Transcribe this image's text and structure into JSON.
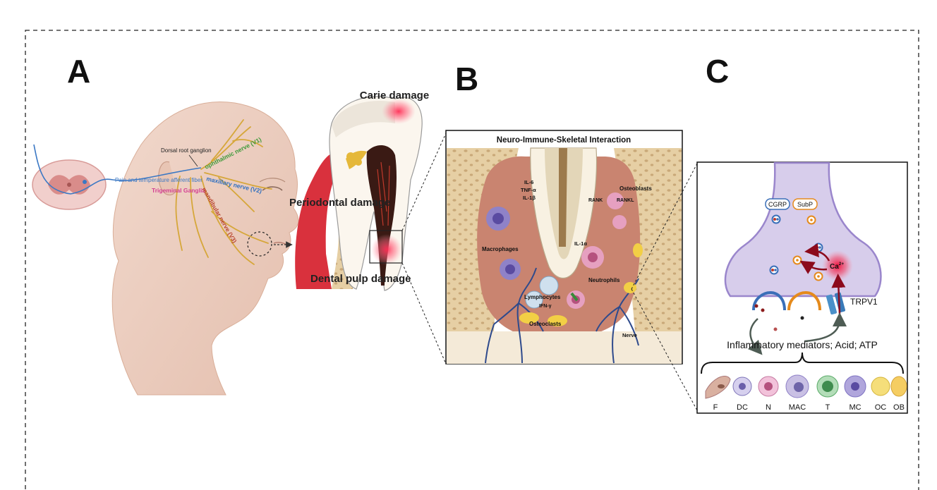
{
  "panels": {
    "a": "A",
    "b": "B",
    "c": "C"
  },
  "panel_a": {
    "spinal_fiber": "Pain and temperature afferent fiber",
    "dorsal_root_ganglion": "Dorsal root ganglion",
    "trigeminal_ganglia": "Trigeminal Ganglia",
    "ophthalmic_nerve": "ophthalmic nerve (V1)",
    "maxillary_nerve": "maxillary nerve (V2)",
    "mandibular_nerve": "mandibular nerve (V3)",
    "carie_damage": "Carie damage",
    "periodontal_damage": "Periodontal damage",
    "dental_pulp_damage": "Dental pulp damage"
  },
  "panel_b": {
    "title": "Neuro-Immune-Skeletal Interaction",
    "il6": "IL-6",
    "tnfa": "TNF-α",
    "il1b": "IL-1β",
    "macrophages": "Macrophages",
    "osteoblasts": "Osteoblasts",
    "rank": "RANK",
    "rankl": "RANKL",
    "il1a": "IL-1α",
    "neutrophils": "Neutrophils",
    "lymphocytes": "Lymphocytes",
    "ifng": "IFN-γ",
    "osteoclasts": "Osteoclasts",
    "nerve": "Nerve"
  },
  "panel_c": {
    "cgrp": "CGRP",
    "subp": "SubP",
    "ca": "Ca",
    "ca_sup": "2+",
    "trpv1": "TRPV1",
    "mediators": "Inflammatory mediators; Acid; ATP",
    "cells": [
      "F",
      "DC",
      "N",
      "MAC",
      "T",
      "MC",
      "OC",
      "OB"
    ]
  },
  "colors": {
    "bone": "#e6cfa4",
    "tissue": "#c98470",
    "neuron": "#cbbde6",
    "ca_glow": "#e8264a",
    "trpv1": "#4a90c9"
  }
}
